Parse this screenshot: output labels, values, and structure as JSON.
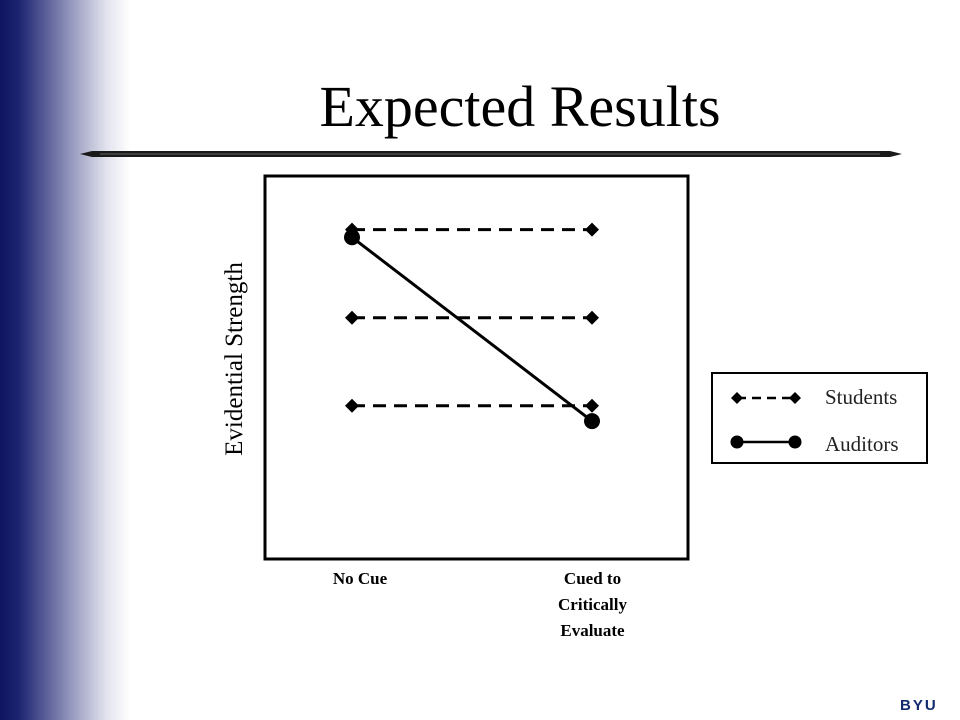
{
  "slide": {
    "title": "Expected Results",
    "logo_text": "BYU",
    "colors": {
      "side_gradient_dark": "#111560",
      "divider": "#1a1a1a",
      "text": "#000000",
      "logo": "#102a6e"
    }
  },
  "chart_data": {
    "type": "line",
    "title": "",
    "xlabel": "",
    "ylabel": "Evidential Strength",
    "categories": [
      "No Cue",
      "Cued to Critically Evaluate"
    ],
    "category_lines": [
      [
        "No Cue"
      ],
      [
        "Cued to",
        "Critically",
        "Evaluate"
      ]
    ],
    "ylim": [
      0,
      10
    ],
    "grid": false,
    "legend_placement": "right",
    "series": [
      {
        "name": "Students",
        "style": "dashed",
        "marker": "diamond",
        "color": "#000000",
        "instances": [
          [
            8.6,
            8.6
          ],
          [
            6.3,
            6.3
          ],
          [
            4.0,
            4.0
          ]
        ]
      },
      {
        "name": "Auditors",
        "style": "solid",
        "marker": "circle",
        "color": "#000000",
        "instances": [
          [
            8.4,
            3.6
          ]
        ]
      }
    ]
  }
}
